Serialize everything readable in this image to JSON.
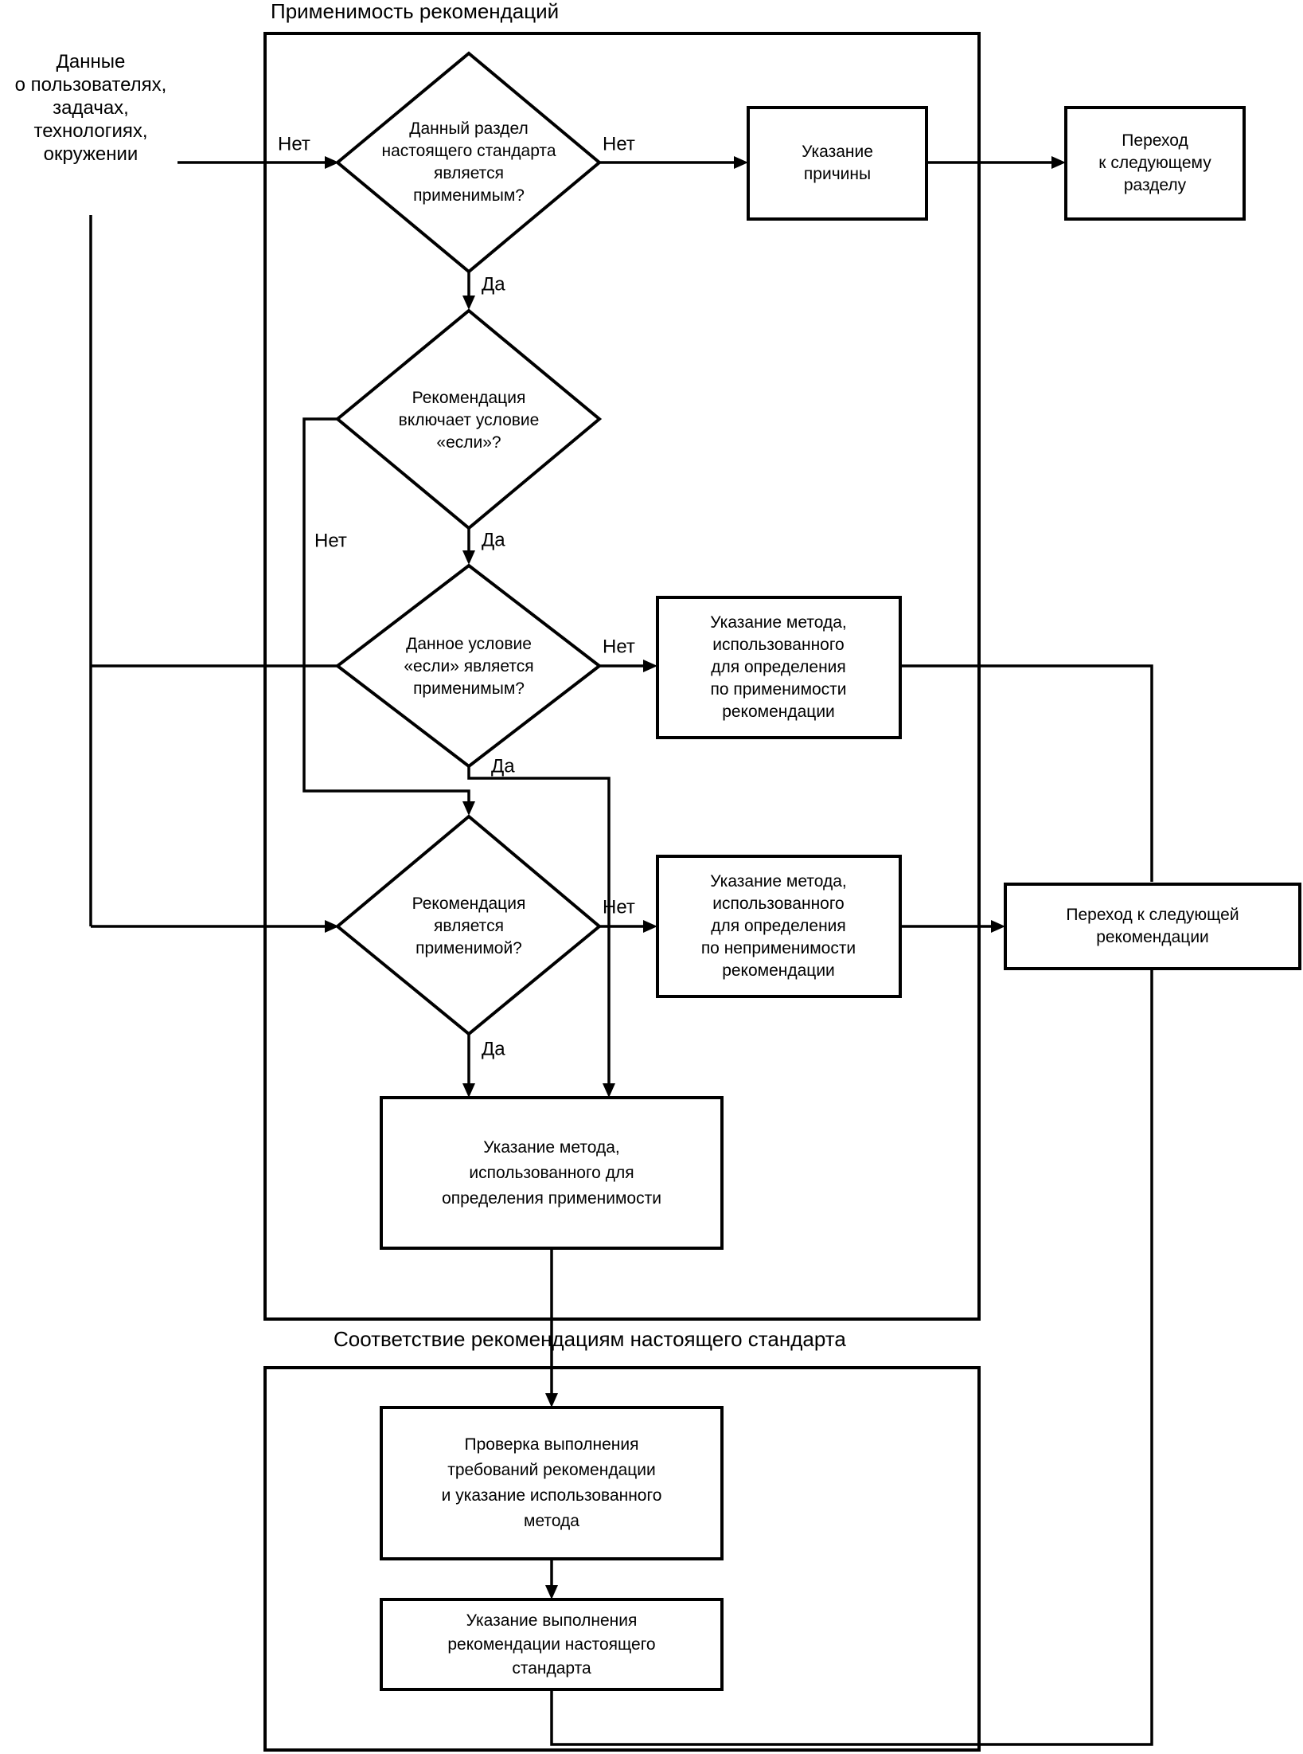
{
  "regions": {
    "applicability_title": "Применимость рекомендаций",
    "conformance_title": "Соответствие рекомендациям настоящего стандарта"
  },
  "input_data": {
    "lines": [
      "Данные",
      "о пользователях,",
      "задачах,",
      "технологиях,",
      "окружении"
    ]
  },
  "decisions": {
    "section_applicable": [
      "Данный раздел",
      "настоящего стандарта",
      "является",
      "применимым?"
    ],
    "has_if_condition": [
      "Рекомендация",
      "включает условие",
      "«если»?"
    ],
    "if_condition_applicable": [
      "Данное условие",
      "«если» является",
      "применимым?"
    ],
    "recommendation_applicable": [
      "Рекомендация",
      "является",
      "применимой?"
    ]
  },
  "processes": {
    "state_reason": [
      "Указание",
      "причины"
    ],
    "next_section": [
      "Переход",
      "к следующему",
      "разделу"
    ],
    "method_applicability_condition": [
      "Указание метода,",
      "использованного",
      "для определения",
      "по применимости",
      "рекомендации"
    ],
    "method_non_applicability": [
      "Указание метода,",
      "использованного",
      "для определения",
      "по неприменимости",
      "рекомендации"
    ],
    "next_recommendation": [
      "Переход к следующей",
      "рекомендации"
    ],
    "method_applicability": [
      "Указание метода,",
      "использованного для",
      "определения применимости"
    ],
    "check_requirements": [
      "Проверка выполнения",
      "требований рекомендации",
      "и указание использованного",
      "метода"
    ],
    "state_compliance": [
      "Указание выполнения",
      "рекомендации настоящего",
      "стандарта"
    ]
  },
  "edge_labels": {
    "input_no": "Нет",
    "section_no": "Нет",
    "section_yes": "Да",
    "if_yes": "Да",
    "if_no": "Нет",
    "condition_no": "Нет",
    "condition_yes": "Да",
    "recommendation_no": "Нет",
    "recommendation_yes": "Да"
  }
}
